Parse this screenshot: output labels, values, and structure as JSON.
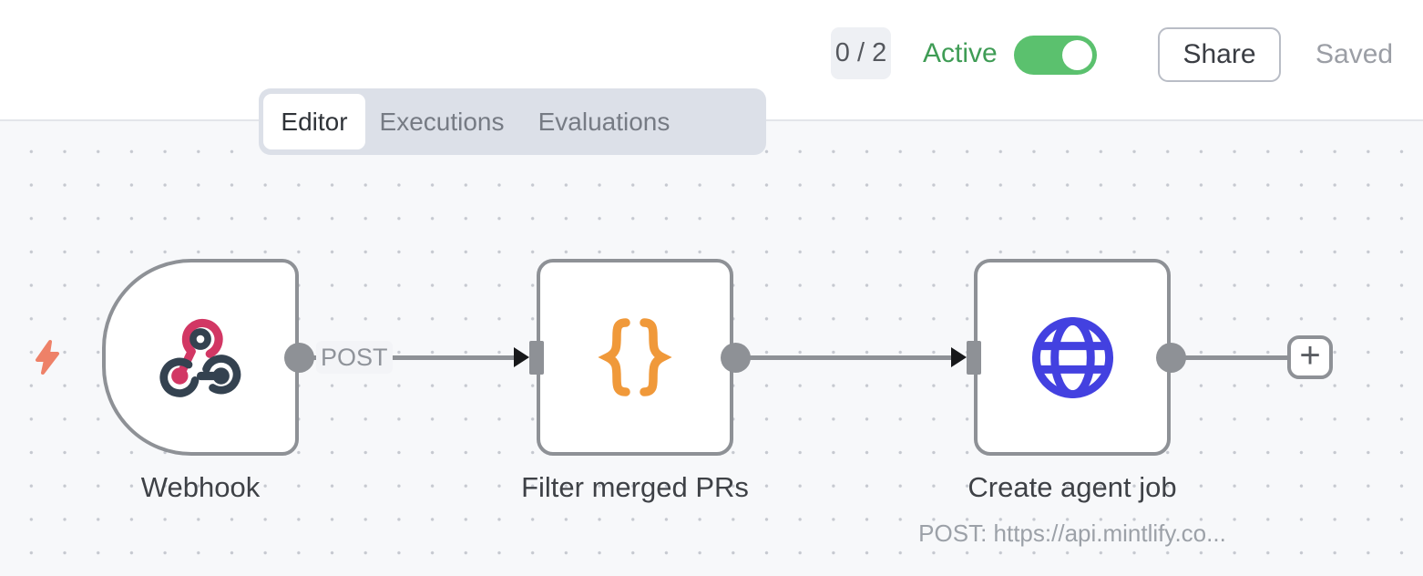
{
  "header": {
    "counter": "0 / 2",
    "active_label": "Active",
    "toggle_state": "on",
    "share_label": "Share",
    "saved_label": "Saved"
  },
  "tabs": [
    {
      "label": "Editor",
      "active": true
    },
    {
      "label": "Executions",
      "active": false
    },
    {
      "label": "Evaluations",
      "active": false
    }
  ],
  "canvas": {
    "nodes": [
      {
        "title": "Webhook",
        "type": "trigger",
        "icon": "webhook-icon",
        "output_label": "POST"
      },
      {
        "title": "Filter merged PRs",
        "type": "code",
        "icon": "code-braces-icon"
      },
      {
        "title": "Create agent job",
        "type": "http-request",
        "icon": "globe-icon",
        "subtitle": "POST: https://api.mintlify.co..."
      }
    ],
    "add_button_label": "+"
  },
  "colors": {
    "active_green": "#3f9c55",
    "toggle_green": "#5bc16e",
    "node_border_gray": "#8e9196",
    "webhook_pink": "#d23764",
    "webhook_dark": "#344250",
    "braces_orange": "#f0993a",
    "globe_blue": "#4341e0",
    "bolt_coral": "#ee8168",
    "canvas_bg": "#f7f8fa",
    "tabbar_bg": "#dce0e8"
  }
}
